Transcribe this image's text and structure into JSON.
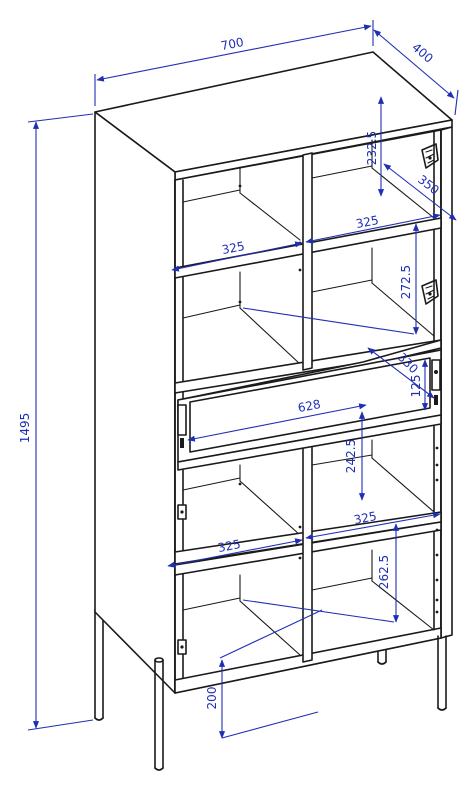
{
  "dimensions": {
    "width": "700",
    "depth": "400",
    "height": "1495",
    "inner_depth": "350",
    "top_compartment_height": "232.5",
    "compartment_width_upper_left": "325",
    "compartment_width_upper_right": "325",
    "mid_compartment_height": "272.5",
    "drawer_depth": "330",
    "drawer_height": "125",
    "drawer_width": "628",
    "lower_compartment_height_upper": "242.5",
    "compartment_width_lower_right": "325",
    "compartment_width_lower_left": "325",
    "lower_compartment_height": "262.5",
    "leg_clearance": "200"
  },
  "colors": {
    "dimension_line": "#1f2fb4",
    "outline": "#1a1a1a"
  },
  "icons": {
    "arrowhead": "arrowhead-marker",
    "door_hinge": "hinge-icon",
    "drawer_handle": "handle-icon"
  }
}
